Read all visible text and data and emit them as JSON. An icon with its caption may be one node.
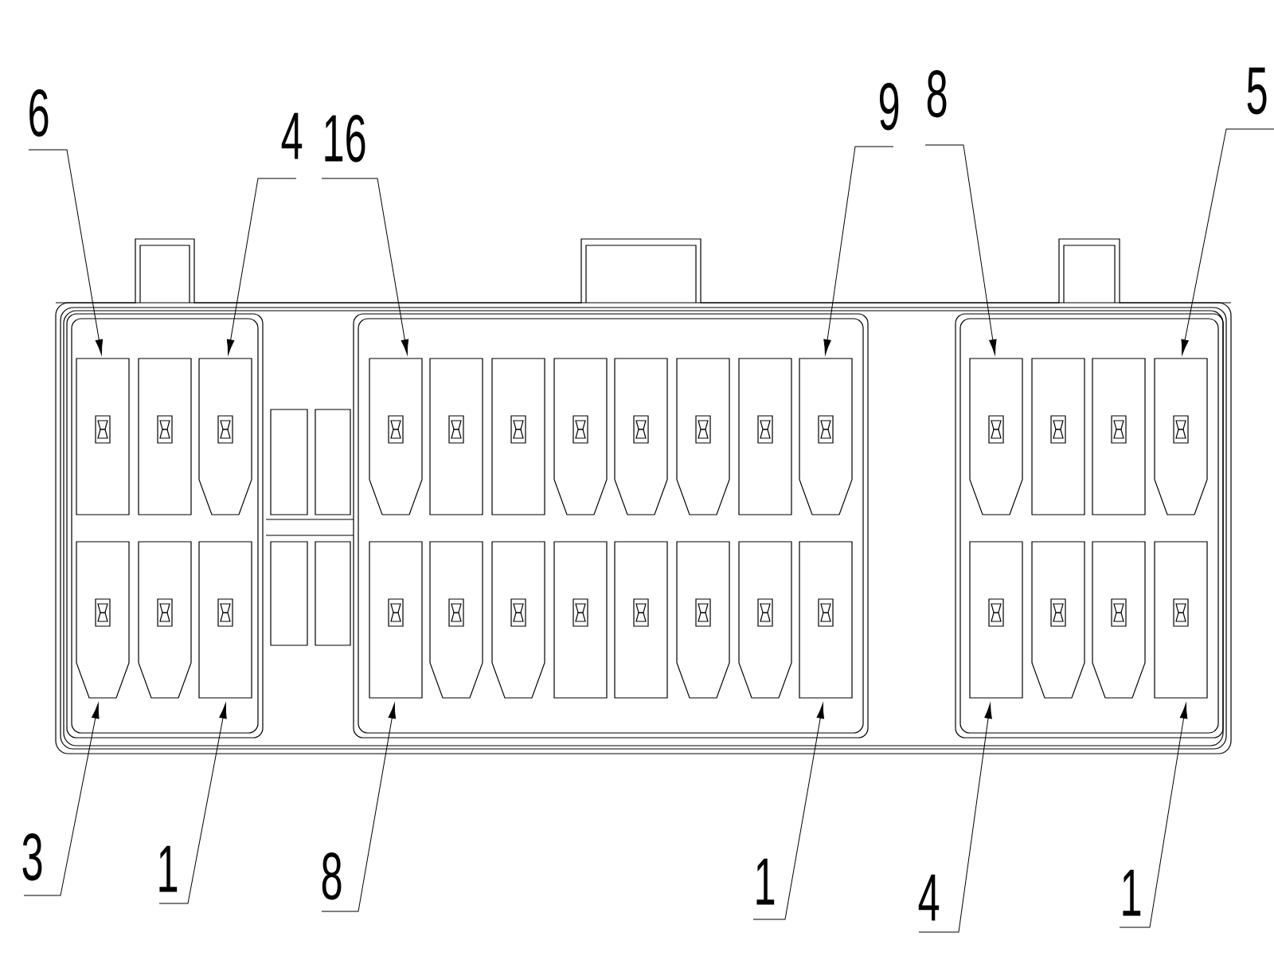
{
  "diagram": {
    "nodes": [
      {
        "text": [
          "6"
        ]
      },
      {
        "text": [
          "4"
        ]
      },
      {
        "text": [
          "16"
        ]
      },
      {
        "text": [
          "9"
        ]
      },
      {
        "text": [
          "8"
        ]
      },
      {
        "text": [
          "5"
        ]
      },
      {
        "text": [
          "3"
        ]
      },
      {
        "text": [
          "1"
        ]
      },
      {
        "text": [
          "8"
        ]
      },
      {
        "text": [
          "1"
        ]
      },
      {
        "text": [
          "4"
        ]
      },
      {
        "text": [
          "1"
        ]
      },
      {
        "text": [],
        "shape": "box"
      },
      {
        "text": [],
        "shape": "box"
      },
      {
        "text": [],
        "shape": "box"
      },
      {
        "text": [],
        "shape": "box"
      },
      {
        "text": [],
        "shape": "box"
      },
      {
        "text": [],
        "shape": "box"
      },
      {
        "text": [],
        "shape": "box"
      },
      {
        "text": [],
        "shape": "box"
      },
      {
        "text": [],
        "shape": "box"
      },
      {
        "text": [],
        "shape": "box"
      },
      {
        "text": [],
        "shape": "box"
      },
      {
        "text": [],
        "shape": "box"
      }
    ],
    "edges": [
      {
        "from": 0,
        "to": 12,
        "arrow": "to"
      },
      {
        "from": 1,
        "to": 13,
        "arrow": "to"
      },
      {
        "from": 2,
        "to": 14,
        "arrow": "to"
      },
      {
        "from": 3,
        "to": 15,
        "arrow": "to"
      },
      {
        "from": 4,
        "to": 16,
        "arrow": "to"
      },
      {
        "from": 5,
        "to": 17,
        "arrow": "to"
      },
      {
        "from": 6,
        "to": 18,
        "arrow": "to"
      },
      {
        "from": 7,
        "to": 19,
        "arrow": "to"
      },
      {
        "from": 8,
        "to": 20,
        "arrow": "to"
      },
      {
        "from": 9,
        "to": 21,
        "arrow": "to"
      },
      {
        "from": 10,
        "to": 22,
        "arrow": "to"
      },
      {
        "from": 11,
        "to": 23,
        "arrow": "to"
      }
    ]
  }
}
